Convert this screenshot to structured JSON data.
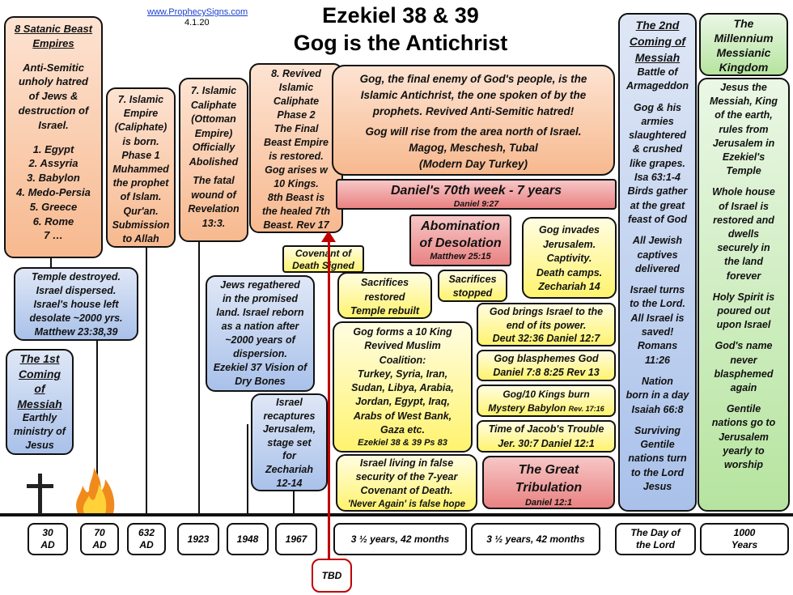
{
  "header": {
    "site": "www.ProphecySigns.com",
    "date": "4.1.20",
    "title_line1": "Ezekiel 38 & 39",
    "title_line2": "Gog is the Antichrist"
  },
  "colors": {
    "orange": "#f7b98f",
    "blue": "#a9c1ea",
    "yellow": "#fff36e",
    "green": "#b6e49f",
    "red": "#e98282",
    "marker": "#c00000"
  },
  "boxes": {
    "satanic": {
      "heading": [
        "8 Satanic Beast",
        "Empires"
      ],
      "body": [
        "Anti-Semitic",
        "unholy hatred",
        "of Jews &",
        "destruction of",
        "Israel."
      ],
      "list": [
        "1. Egypt",
        "2. Assyria",
        "3. Babylon",
        "4. Medo-Persia",
        "5. Greece",
        "6. Rome",
        "7   …"
      ]
    },
    "islamic_empire": [
      "7. Islamic",
      "Empire",
      "(Caliphate)",
      "is born.",
      "Phase 1",
      "Muhammed",
      "the prophet",
      "of Islam.",
      "Qur'an.",
      "Submission",
      "to Allah"
    ],
    "ottoman": [
      "7. Islamic",
      "Caliphate",
      "(Ottoman",
      "Empire)",
      "Officially",
      "Abolished",
      "",
      "The fatal",
      "wound of",
      "Revelation",
      "13:3."
    ],
    "revived": [
      "8. Revived",
      "Islamic",
      "Caliphate",
      "Phase 2",
      "The Final",
      "Beast Empire",
      "is restored.",
      "Gog arises w",
      "10 Kings.",
      "8th Beast is",
      "the healed 7th",
      "Beast. Rev 17"
    ],
    "gog_final": [
      "Gog, the final enemy of God's people, is the",
      "Islamic Antichrist, the one spoken of by the",
      "prophets. Revived Anti-Semitic hatred!",
      "Gog will rise from the area north of Israel.",
      "Magog, Meschesh, Tubal",
      "(Modern Day Turkey)"
    ],
    "seventieth": {
      "title": "Daniel's 70th week - 7 years",
      "ref": "Daniel 9:27"
    },
    "abomination": {
      "title": [
        "Abomination",
        "of Desolation"
      ],
      "ref": "Matthew 25:15"
    },
    "gog_invades": [
      "Gog invades",
      "Jerusalem.",
      "Captivity.",
      "Death camps.",
      "Zechariah 14"
    ],
    "covenant": [
      "Covenant of",
      "Death Signed"
    ],
    "sacrifices_restored": [
      "Sacrifices",
      "restored",
      "Temple rebuilt"
    ],
    "sacrifices_stopped": [
      "Sacrifices",
      "stopped"
    ],
    "temple_destroyed": [
      "Temple destroyed.",
      "Israel dispersed.",
      "Israel's house left",
      "desolate ~2000 yrs.",
      "Matthew 23:38,39"
    ],
    "first_coming": {
      "heading": [
        "The 1st",
        "Coming",
        "of",
        "Messiah"
      ],
      "body": [
        "Earthly",
        "ministry of",
        "Jesus"
      ]
    },
    "regathered": [
      "Jews regathered",
      "in the promised",
      "land.  Israel reborn",
      "as a nation after",
      "~2000 years of",
      "dispersion.",
      "Ezekiel 37 Vision of",
      "Dry Bones"
    ],
    "recaptures": [
      "Israel",
      "recaptures",
      "Jerusalem,",
      "stage set",
      "for",
      "Zechariah",
      "12-14"
    ],
    "coalition": [
      "Gog forms a 10 King",
      "Revived Muslim",
      "Coalition:",
      "Turkey, Syria, Iran,",
      "Sudan, Libya, Arabia,",
      "Jordan, Egypt, Iraq,",
      "Arabs of West Bank,",
      "Gaza etc."
    ],
    "coalition_ref": "Ezekiel 38 & 39 Ps 83",
    "end_of_power": [
      "God brings Israel to the",
      "end of its power.",
      "Deut 32:36 Daniel 12:7"
    ],
    "blasphemes": [
      "Gog blasphemes God",
      "Daniel 7:8  8:25 Rev 13"
    ],
    "burn": [
      "Gog/10 Kings burn",
      "Mystery Babylon"
    ],
    "burn_ref": "Rev. 17:16",
    "jacob": [
      "Time of Jacob's Trouble",
      "Jer. 30:7 Daniel 12:1"
    ],
    "false_security": [
      "Israel living in false",
      "security of the 7-year",
      "Covenant of Death.",
      "'Never Again' is false hope"
    ],
    "tribulation": {
      "title": [
        "The Great",
        "Tribulation"
      ],
      "ref": "Daniel 12:1"
    },
    "second_coming": {
      "heading": [
        "The 2nd",
        "Coming of",
        "Messiah"
      ],
      "body": [
        "Battle of",
        "Armageddon",
        "",
        "Gog & his",
        "armies",
        "slaughtered",
        "& crushed",
        "like grapes.",
        "Isa 63:1-4",
        "Birds gather",
        "at the great",
        "feast of God",
        "",
        "All Jewish",
        "captives",
        "delivered",
        "",
        "Israel turns",
        "to the Lord.",
        "All Israel is",
        "saved!",
        "Romans",
        "11:26",
        "",
        "Nation",
        "born in a day",
        "Isaiah 66:8",
        "",
        "Surviving",
        "Gentile",
        "nations turn",
        "to the Lord",
        "Jesus"
      ]
    },
    "millennium": {
      "heading": [
        "The",
        "Millennium",
        "Messianic",
        "Kingdom"
      ],
      "body": [
        "Jesus the",
        "Messiah, King",
        "of the earth,",
        "rules from",
        "Jerusalem in",
        "Ezekiel's",
        "Temple",
        "",
        "Whole house",
        "of Israel is",
        "restored and",
        "dwells",
        "securely in",
        "the land",
        "forever",
        "",
        "Holy Spirit is",
        "poured out",
        "upon Israel",
        "",
        "God's name",
        "never",
        "blasphemed",
        "again",
        "",
        "Gentile",
        "nations go to",
        "Jerusalem",
        "yearly to",
        "worship"
      ]
    }
  },
  "timeline": {
    "years": [
      [
        "30",
        "AD"
      ],
      [
        "70",
        "AD"
      ],
      [
        "632",
        "AD"
      ],
      [
        "1923"
      ],
      [
        "1948"
      ],
      [
        "1967"
      ],
      [
        "3 ½ years, 42 months"
      ],
      [
        "3 ½ years, 42 months"
      ],
      [
        "The Day of",
        "the Lord"
      ],
      [
        "1000",
        "Years"
      ]
    ],
    "tbd": "TBD"
  }
}
